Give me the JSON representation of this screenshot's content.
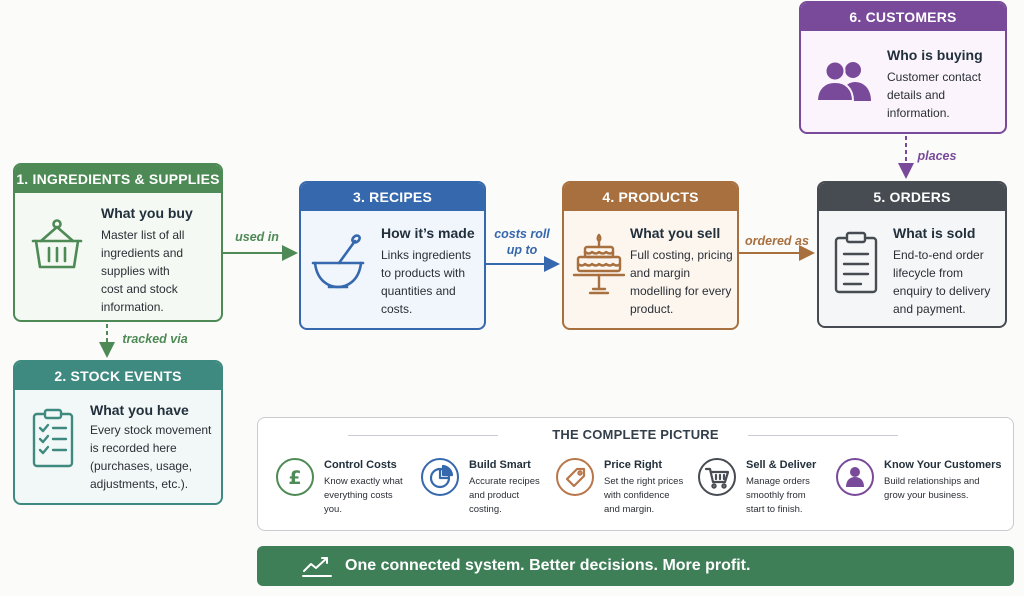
{
  "cards": {
    "ingredients": {
      "header": "1. INGREDIENTS & SUPPLIES",
      "title": "What you buy",
      "desc": [
        "Master list of all",
        "ingredients and",
        "supplies with",
        "cost and stock",
        "information."
      ],
      "icon": "basket-icon",
      "color": "#4d8a55"
    },
    "stock": {
      "header": "2. STOCK EVENTS",
      "title": "What you have",
      "desc": [
        "Every stock movement",
        "is recorded here",
        "(purchases, usage,",
        "adjustments, etc.)."
      ],
      "icon": "checklist-icon",
      "color": "#3f8a80"
    },
    "recipes": {
      "header": "3. RECIPES",
      "title": "How it’s made",
      "desc": [
        "Links ingredients",
        "to products with",
        "quantities and",
        "costs."
      ],
      "icon": "mixing-bowl-icon",
      "color": "#3668ad"
    },
    "products": {
      "header": "4. PRODUCTS",
      "title": "What you sell",
      "desc": [
        "Full costing, pricing",
        "and margin",
        "modelling for every",
        "product."
      ],
      "icon": "cake-icon",
      "color": "#a8703f"
    },
    "orders": {
      "header": "5. ORDERS",
      "title": "What is sold",
      "desc": [
        "End-to-end order",
        "lifecycle from",
        "enquiry to delivery",
        "and payment."
      ],
      "icon": "clipboard-icon",
      "color": "#474c52"
    },
    "customers": {
      "header": "6. CUSTOMERS",
      "title": "Who is buying",
      "desc": [
        "Customer contact",
        "details and",
        "information."
      ],
      "icon": "people-icon",
      "color": "#7a4a9a"
    }
  },
  "flows": {
    "used_in": "used in",
    "tracked_via": "tracked via",
    "costs_roll_up_to": [
      "costs roll",
      "up to"
    ],
    "ordered_as": "ordered as",
    "places": "places"
  },
  "picture": {
    "title": "THE COMPLETE PICTURE",
    "benefits": [
      {
        "title": "Control Costs",
        "desc": [
          "Know exactly what",
          "everything costs",
          "you."
        ],
        "icon": "pound-icon",
        "color": "#4d8a55"
      },
      {
        "title": "Build Smart",
        "desc": [
          "Accurate recipes",
          "and product",
          "costing."
        ],
        "icon": "pie-chart-icon",
        "color": "#3668ad"
      },
      {
        "title": "Price Right",
        "desc": [
          "Set the right prices",
          "with confidence",
          "and margin."
        ],
        "icon": "price-tag-icon",
        "color": "#b7774a"
      },
      {
        "title": "Sell & Deliver",
        "desc": [
          "Manage orders",
          "smoothly from",
          "start to finish."
        ],
        "icon": "cart-icon",
        "color": "#474c52"
      },
      {
        "title": "Know Your Customers",
        "desc": [
          "Build relationships and",
          "grow your business."
        ],
        "icon": "person-icon",
        "color": "#7a4a9a"
      }
    ]
  },
  "banner": {
    "text": "One connected system. Better decisions. More profit.",
    "icon": "trend-up-icon"
  }
}
